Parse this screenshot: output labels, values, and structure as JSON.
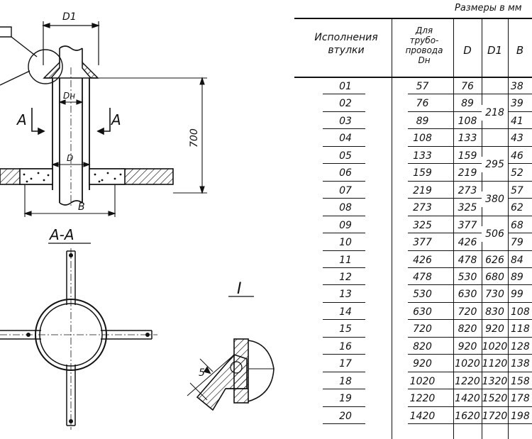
{
  "drawing": {
    "label_section": "А-А",
    "label_section_a": "А",
    "label_detail": "I",
    "dim_d1": "D1",
    "dim_dn": "Dн",
    "dim_d": "D",
    "dim_b": "B",
    "dim_height": "700",
    "dim_weld": "5"
  },
  "table": {
    "units": "Размеры в мм",
    "headers": {
      "variant": "Исполнения втулки",
      "pipe": "Для трубо-провода Dн",
      "d": "D",
      "d1": "D1",
      "b": "B"
    },
    "rows": [
      {
        "num": "01",
        "dn": "57",
        "d": "76",
        "b": "38"
      },
      {
        "num": "02",
        "dn": "76",
        "d": "89",
        "b": "39"
      },
      {
        "num": "03",
        "dn": "89",
        "d": "108",
        "b": "41"
      },
      {
        "num": "04",
        "dn": "108",
        "d": "133",
        "b": "43"
      },
      {
        "num": "05",
        "dn": "133",
        "d": "159",
        "b": "46"
      },
      {
        "num": "06",
        "dn": "159",
        "d": "219",
        "b": "52"
      },
      {
        "num": "07",
        "dn": "219",
        "d": "273",
        "b": "57"
      },
      {
        "num": "08",
        "dn": "273",
        "d": "325",
        "b": "62"
      },
      {
        "num": "09",
        "dn": "325",
        "d": "377",
        "b": "68"
      },
      {
        "num": "10",
        "dn": "377",
        "d": "426",
        "b": "79"
      },
      {
        "num": "11",
        "dn": "426",
        "d": "478",
        "d1": "626",
        "b": "84"
      },
      {
        "num": "12",
        "dn": "478",
        "d": "530",
        "d1": "680",
        "b": "89"
      },
      {
        "num": "13",
        "dn": "530",
        "d": "630",
        "d1": "730",
        "b": "99"
      },
      {
        "num": "14",
        "dn": "630",
        "d": "720",
        "d1": "830",
        "b": "108"
      },
      {
        "num": "15",
        "dn": "720",
        "d": "820",
        "d1": "920",
        "b": "118"
      },
      {
        "num": "16",
        "dn": "820",
        "d": "920",
        "d1": "1020",
        "b": "128"
      },
      {
        "num": "17",
        "dn": "920",
        "d": "1020",
        "d1": "1120",
        "b": "138"
      },
      {
        "num": "18",
        "dn": "1020",
        "d": "1220",
        "d1": "1320",
        "b": "158"
      },
      {
        "num": "19",
        "dn": "1220",
        "d": "1420",
        "d1": "1520",
        "b": "178"
      },
      {
        "num": "20",
        "dn": "1420",
        "d": "1620",
        "d1": "1720",
        "b": "198"
      }
    ],
    "d1_groups": [
      {
        "value": "218"
      },
      {
        "value": "295"
      },
      {
        "value": "380"
      },
      {
        "value": "506"
      }
    ]
  }
}
